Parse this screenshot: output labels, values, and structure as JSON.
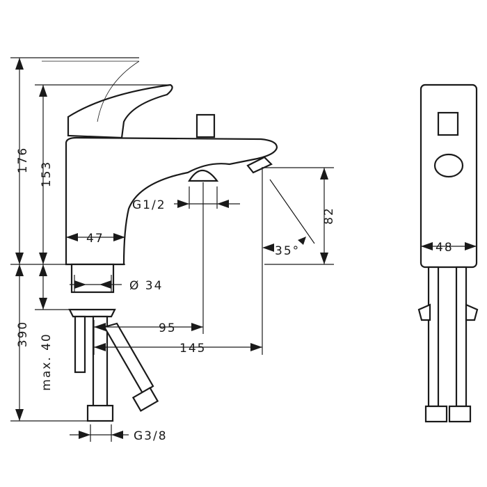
{
  "title": "Bath mixer dimension drawing",
  "dimensions": {
    "total_height": "176",
    "body_height": "153",
    "body_depth": "47",
    "outlet_thread": "G1/2",
    "spout_height": "82",
    "spout_angle": "35°",
    "side_width": "48",
    "shank_diameter": "Ø 34",
    "hose_length": "390",
    "max_deck_thickness": "max. 40",
    "outlet_offset": "95",
    "spout_reach": "145",
    "connection_thread": "G3/8"
  }
}
